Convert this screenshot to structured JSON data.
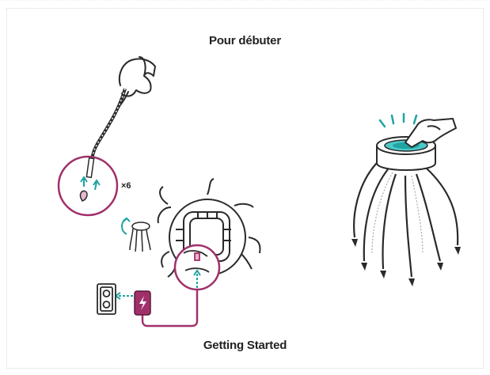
{
  "titles": {
    "top": "Pour débuter",
    "bottom": "Getting Started"
  },
  "illustration": {
    "multiplier_label": "×6",
    "colors": {
      "accent_magenta": "#a0306a",
      "accent_teal": "#1fa3a3",
      "line": "#2a2a2a"
    },
    "icons": [
      "hand-icon",
      "cable-icon",
      "magnify-circle",
      "jellyfish-hub-icon",
      "wall-outlet-icon",
      "power-adapter-icon",
      "glowing-hub-icon"
    ]
  }
}
